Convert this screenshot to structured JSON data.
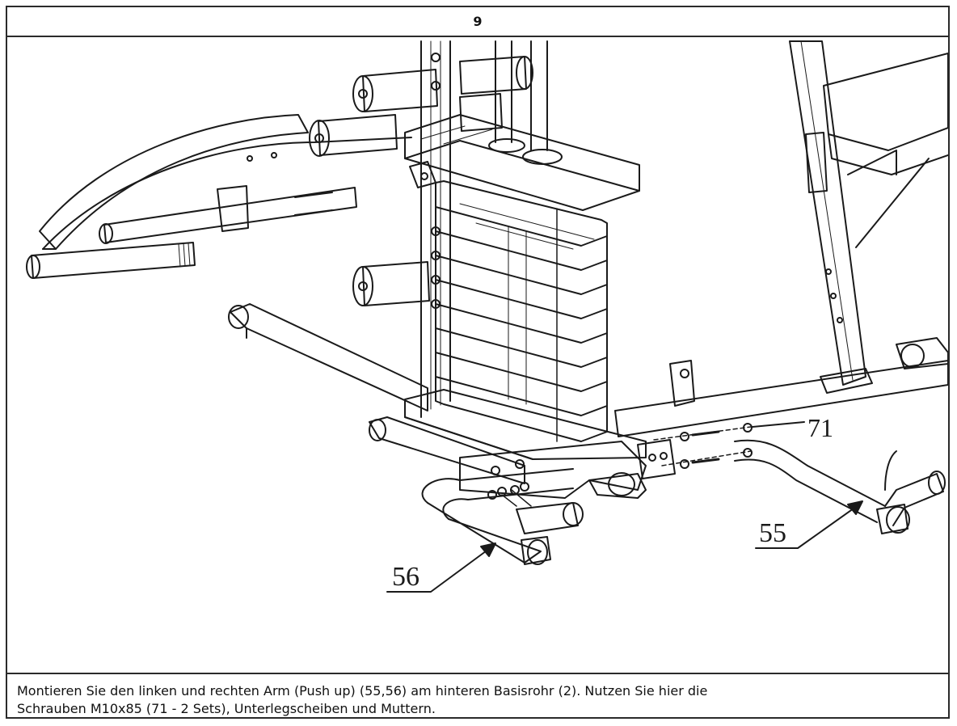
{
  "step": {
    "number": "9"
  },
  "callouts": {
    "right_arm": "55",
    "left_arm": "56",
    "bolt": "71"
  },
  "caption": {
    "line1": "Montieren Sie den linken und rechten Arm (Push up) (55,56) am hinteren Basisrohr (2). Nutzen Sie hier die",
    "line2": "Schrauben M10x85 (71 - 2 Sets), Unterlegscheiben und Muttern."
  },
  "colors": {
    "line": "#1a1a1a",
    "border": "#2a2a2a",
    "background": "#ffffff"
  }
}
